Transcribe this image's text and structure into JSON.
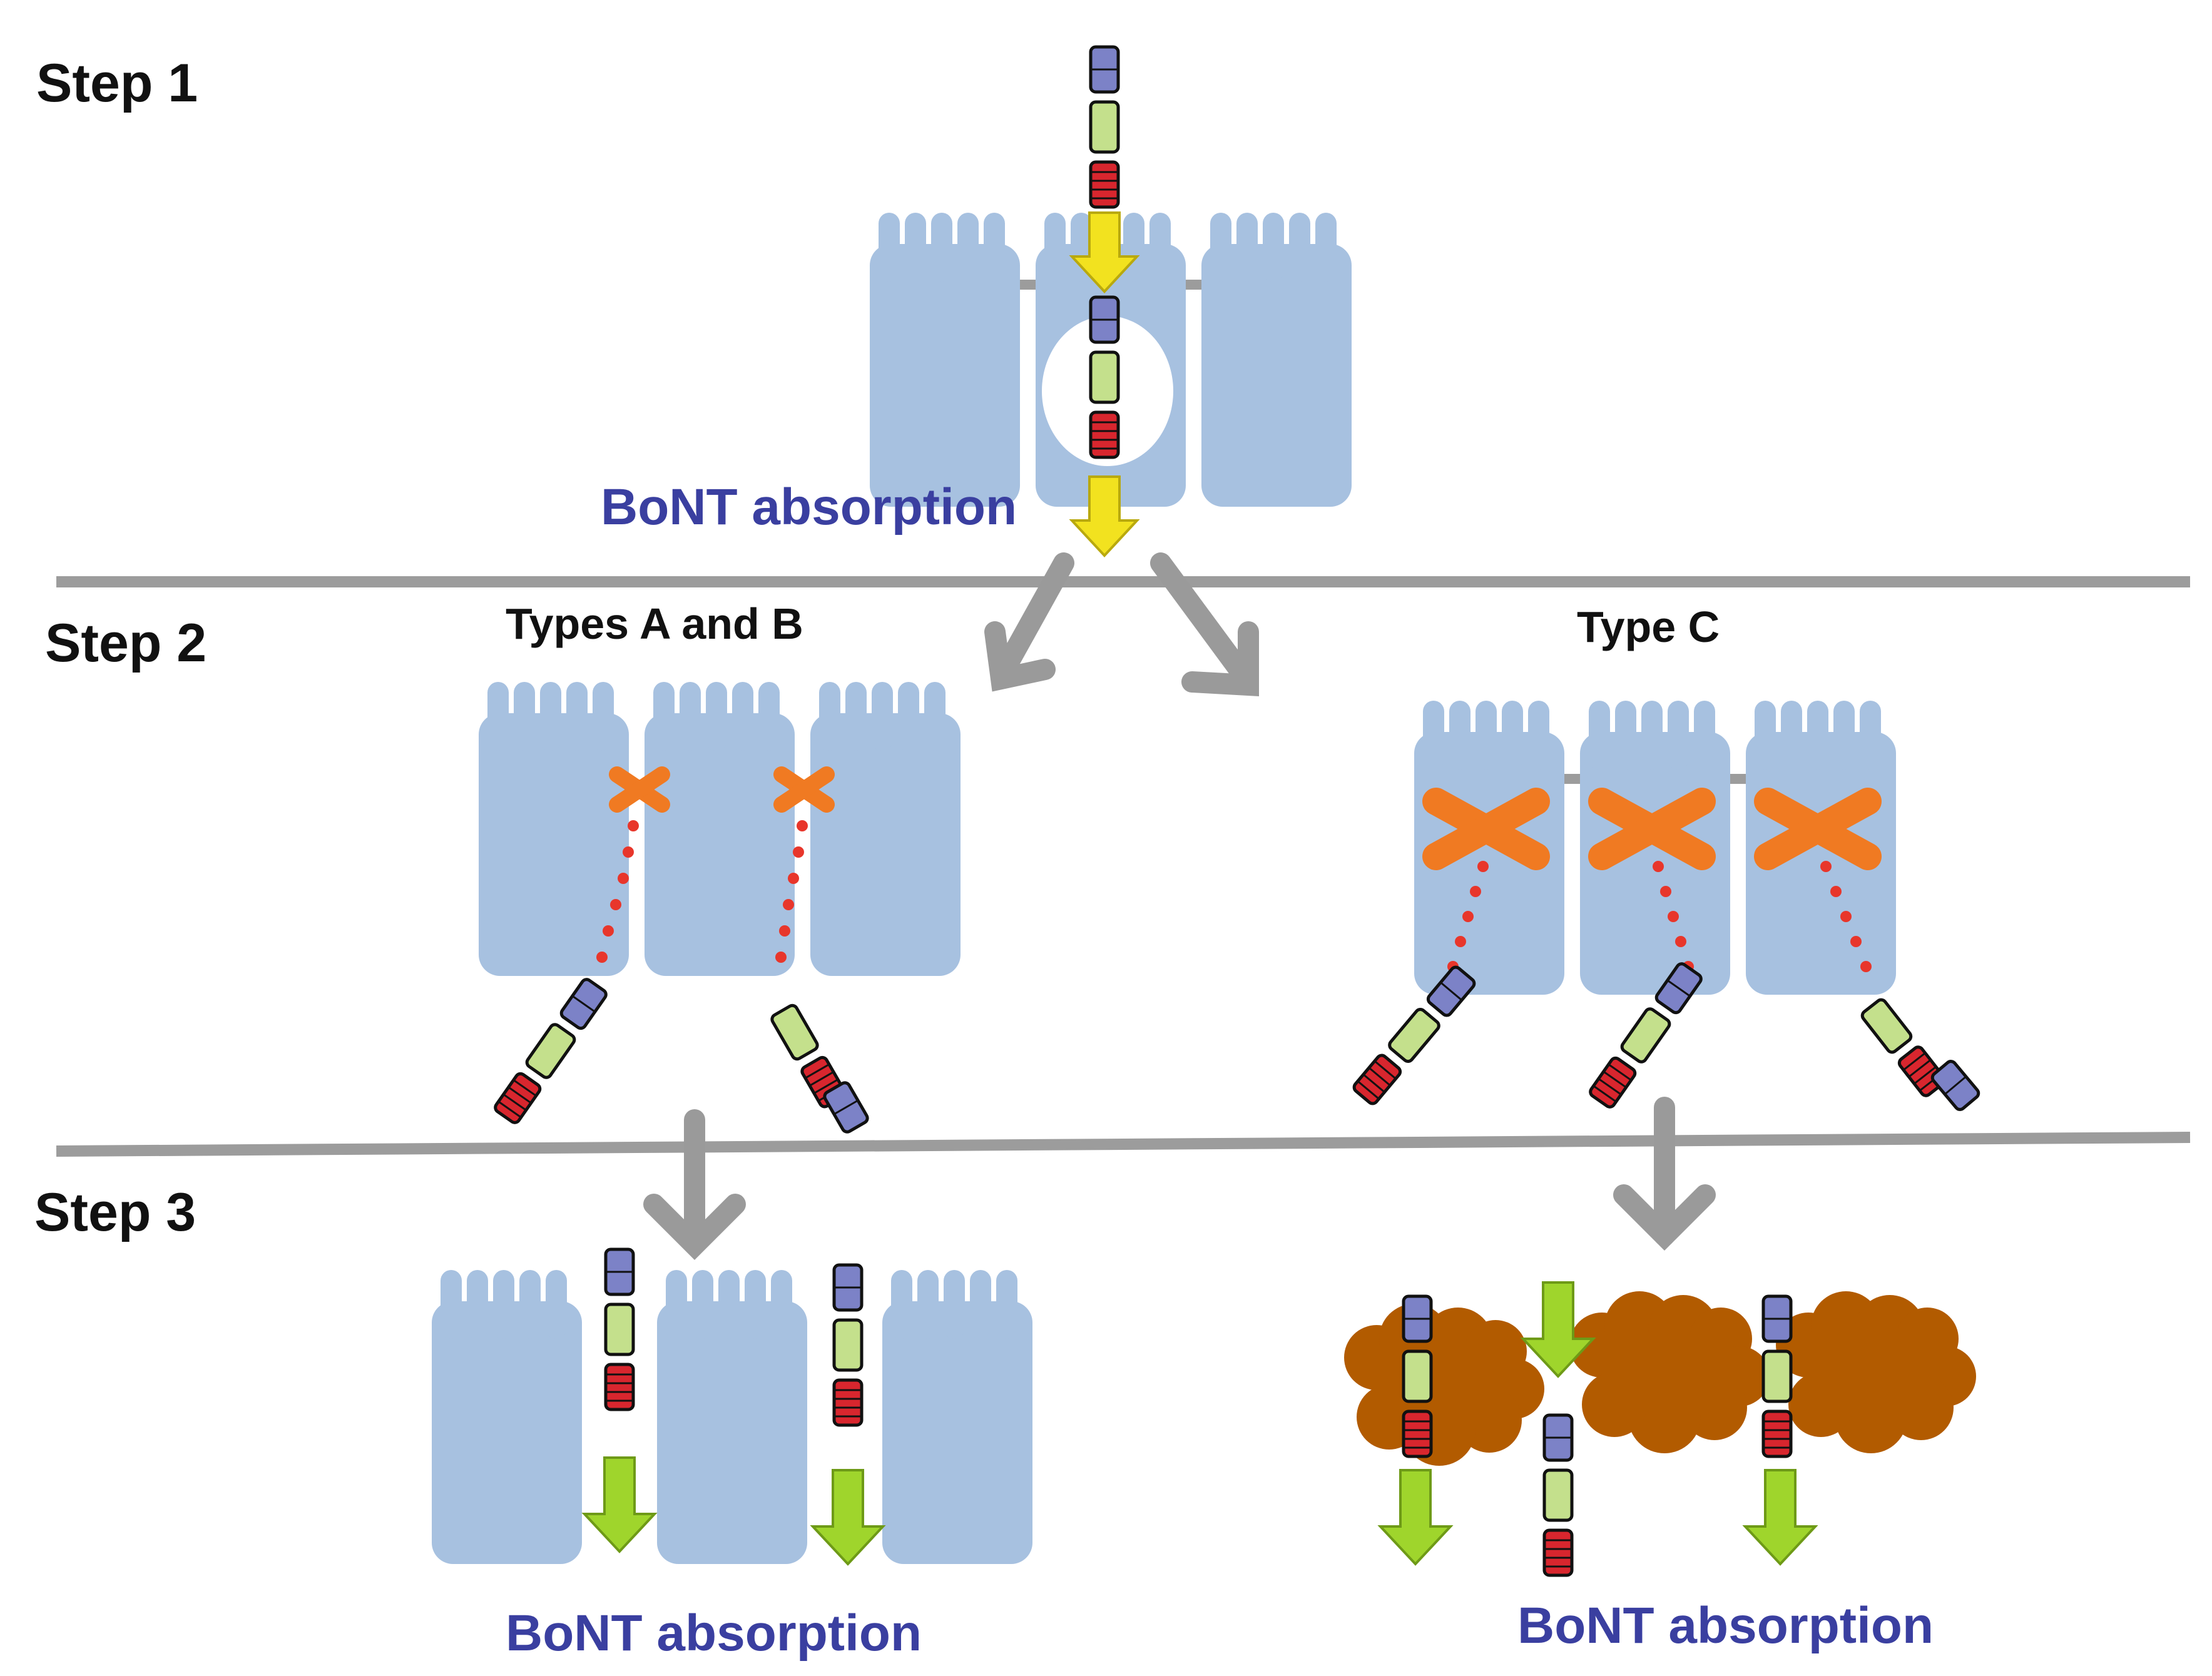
{
  "steps": {
    "step1": "Step 1",
    "step2": "Step 2",
    "step3": "Step 3"
  },
  "subheadings": {
    "types_ab": "Types A and B",
    "type_c": "Type C"
  },
  "absorption_labels": {
    "step1": "BoNT absorption",
    "ab": "BoNT absorption",
    "c": "BoNT absorption"
  },
  "colors": {
    "cell": "#a7c1e0",
    "damaged_cell": "#b25b00",
    "divider": "#9c9c9c",
    "flow_arrow": "#9a9a9a",
    "absorption_arrow_step1": "#f2e21f",
    "absorption_arrow_step3": "#9fd52c",
    "cleavage_mark": "#f07a22",
    "dotted_path": "#e8362b",
    "toxin_top": "#7c82c7",
    "toxin_middle": "#c4e08c",
    "toxin_bottom": "#d8262e",
    "label_text": "#3a3fa0"
  }
}
